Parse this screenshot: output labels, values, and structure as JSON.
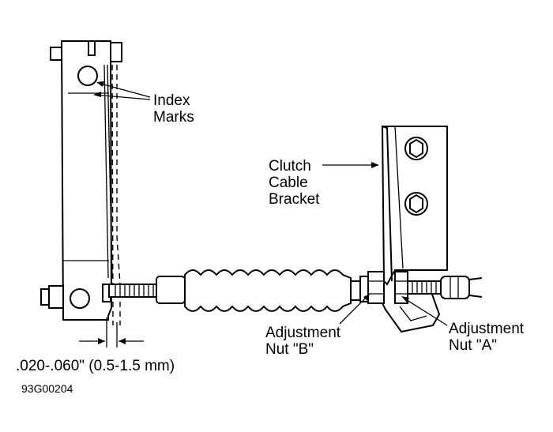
{
  "labels": {
    "index_marks": [
      "Index",
      "Marks"
    ],
    "clutch_cable_bracket": [
      "Clutch",
      "Cable",
      "Bracket"
    ],
    "adjustment_nut_b": [
      "Adjustment",
      "Nut \"B\""
    ],
    "adjustment_nut_a": [
      "Adjustment",
      "Nut \"A\""
    ],
    "clearance": ".020-.060\" (0.5-1.5 mm)"
  },
  "figure_code": "93G00204",
  "colors": {
    "ink": "#000000",
    "paper": "#ffffff"
  }
}
